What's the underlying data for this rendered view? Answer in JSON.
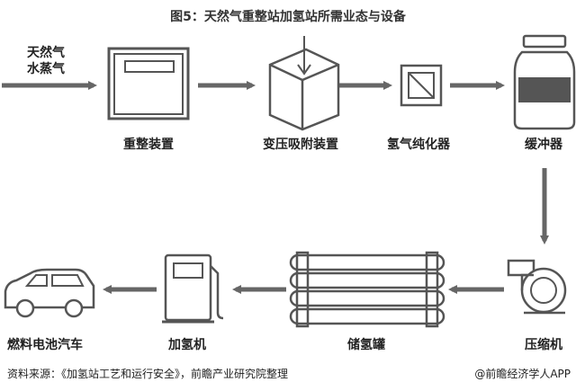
{
  "title": "图5：天然气重整站加氢站所需业态与设备",
  "input": {
    "line1": "天然气",
    "line2": "水蒸气"
  },
  "steps": {
    "reformer": "重整装置",
    "psa": "变压吸附装置",
    "purifier": "氢气纯化器",
    "buffer": "缓冲器",
    "compressor": "压缩机",
    "storage": "储氢罐",
    "dispenser": "加氢机",
    "vehicle": "燃料电池汽车"
  },
  "source": "资料来源：《加氢站工艺和运行安全》，前瞻产业研究院整理",
  "brand": "@前瞻经济学人APP"
}
